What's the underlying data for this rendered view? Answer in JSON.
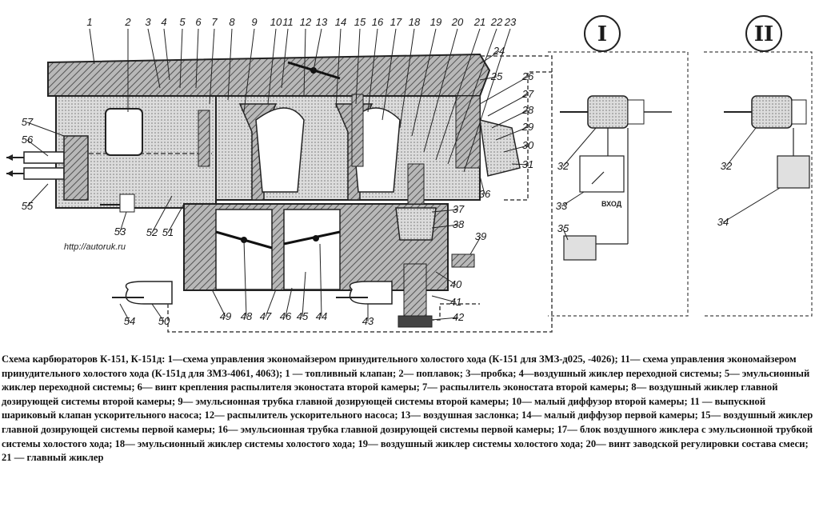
{
  "figure": {
    "url_text": "http://autoruk.ru",
    "panel_labels": [
      "I",
      "II"
    ],
    "input_label": "ВХОД",
    "callouts": [
      "1",
      "2",
      "3",
      "4",
      "5",
      "6",
      "7",
      "8",
      "9",
      "10",
      "11",
      "12",
      "13",
      "14",
      "15",
      "16",
      "17",
      "18",
      "19",
      "20",
      "21",
      "22",
      "23",
      "24",
      "25",
      "26",
      "27",
      "28",
      "29",
      "30",
      "31",
      "32",
      "33",
      "34",
      "35",
      "36",
      "37",
      "38",
      "39",
      "40",
      "41",
      "42",
      "43",
      "44",
      "45",
      "46",
      "47",
      "48",
      "49",
      "50",
      "51",
      "52",
      "53",
      "54",
      "55",
      "56",
      "57"
    ]
  },
  "caption": {
    "text": "Схема карбюраторов К-151, К-151д: 1—схема управления экономайзером принудительного холостого хода (К-151 для ЗМЗ-д025, -4026); 11— схема управления экономайзером принудительного холостого хода (К-151д для ЗМЗ-4061, 4063); 1 — топливный клапан; 2— поплавок; 3—пробка; 4—воздушный жиклер переходной системы; 5— эмульсионный жиклер переходной системы; 6— винт крепления распылителя эконостата второй камеры; 7— распылитель эконостата второй камеры; 8— воздушный жиклер главной дозирующей системы второй камеры; 9— эмульсионная трубка главной дозирующей системы второй камеры; 10— малый диффузор второй камеры; 11 — выпускной шариковый клапан ускорительного насоса; 12— распылитель ускорительного насоса; 13— воздушная заслонка; 14— малый диффузор первой камеры; 15— воздушный жиклер главной дозирующей системы первой камеры; 16— эмульсионная трубка главной дозирующей системы первой камеры; 17— блок воздушного жиклера с эмульсионной трубкой системы холостого хода; 18— эмульсионный жиклер системы холостого хода; 19— воздушный жиклер системы холостого хода; 20— винт заводской регулировки состава смеси; 21 — главный жиклер"
  }
}
